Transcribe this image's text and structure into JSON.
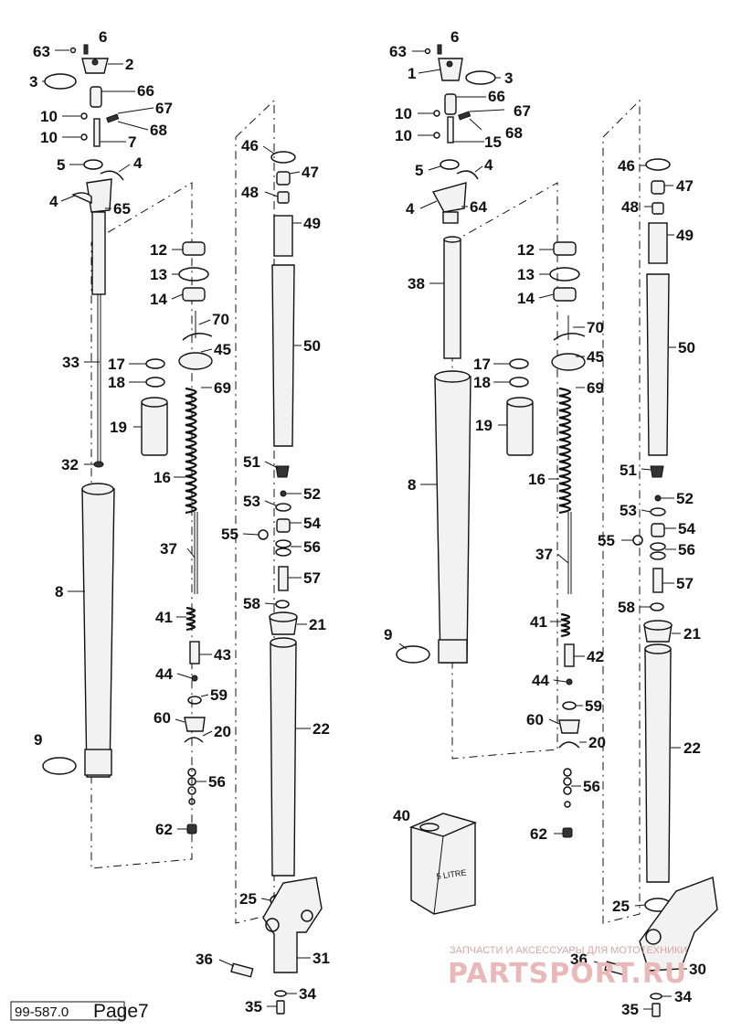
{
  "labels_left": [
    "63",
    "6",
    "2",
    "3",
    "66",
    "67",
    "10",
    "68",
    "10",
    "7",
    "5",
    "4",
    "4",
    "65",
    "33",
    "32",
    "8",
    "9",
    "12",
    "13",
    "14",
    "70",
    "45",
    "17",
    "18",
    "69",
    "19",
    "16",
    "37",
    "41",
    "43",
    "44",
    "59",
    "60",
    "20",
    "56",
    "62",
    "46",
    "47",
    "48",
    "49",
    "50",
    "51",
    "52",
    "53",
    "54",
    "55",
    "56",
    "57",
    "58",
    "21",
    "22",
    "25",
    "31",
    "36",
    "34",
    "35"
  ],
  "labels_right": [
    "63",
    "6",
    "1",
    "3",
    "66",
    "10",
    "67",
    "10",
    "15",
    "68",
    "5",
    "4",
    "4",
    "64",
    "38",
    "8",
    "9",
    "40",
    "12",
    "13",
    "14",
    "70",
    "45",
    "17",
    "18",
    "69",
    "19",
    "16",
    "37",
    "41",
    "42",
    "44",
    "59",
    "60",
    "20",
    "56",
    "62",
    "46",
    "47",
    "48",
    "49",
    "50",
    "51",
    "52",
    "53",
    "54",
    "55",
    "56",
    "57",
    "58",
    "21",
    "22",
    "25",
    "36",
    "30",
    "34",
    "35"
  ],
  "canister_label": "5 LITRE",
  "watermark": {
    "line1": "ЗАПЧАСТИ И АКСЕССУАРЫ ДЛЯ МОТОТЕХНИКИ",
    "line2": "PARTSPORT.RU"
  },
  "footer": {
    "code": "99-587.0",
    "page": "Page7"
  }
}
